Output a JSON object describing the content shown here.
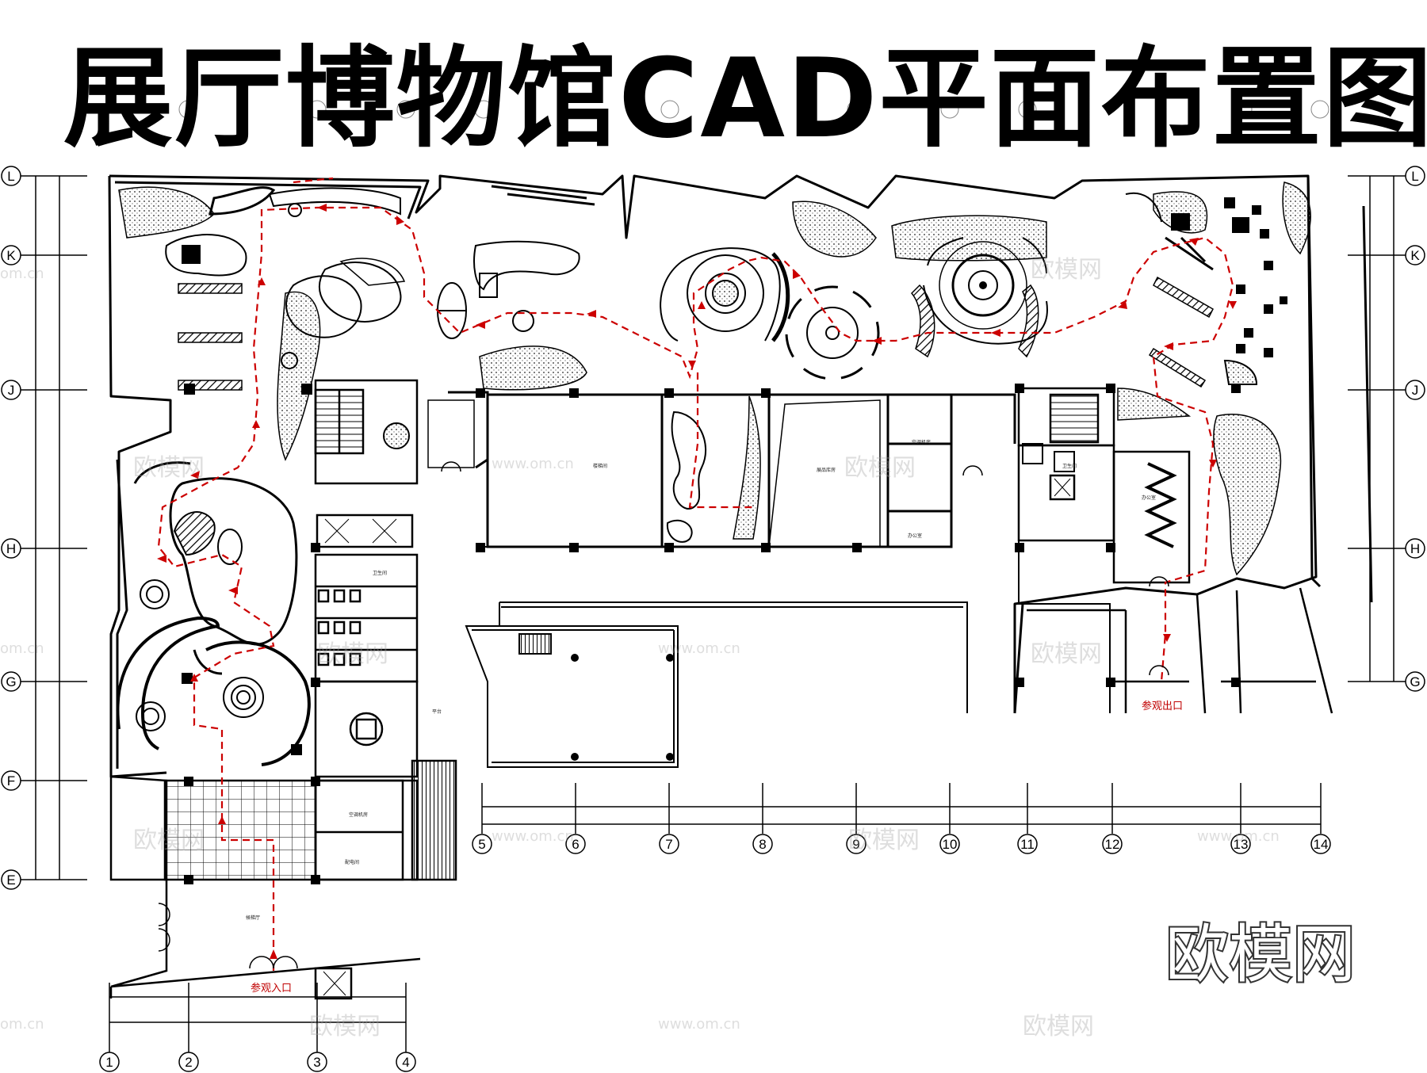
{
  "title": "展厅博物馆CAD平面布置图",
  "brand": "欧模网",
  "entrance_label": "参观入口",
  "exit_label": "参观出口",
  "watermarks": [
    "欧模网",
    "www.om.cn",
    "om.cn"
  ],
  "axis_grid": {
    "bottom_numbers_left": [
      "1",
      "2",
      "3",
      "4"
    ],
    "bottom_numbers_right": [
      "5",
      "6",
      "7",
      "8",
      "9",
      "10",
      "11",
      "12",
      "13",
      "14"
    ],
    "side_letters": [
      "L",
      "K",
      "J",
      "H",
      "G",
      "F",
      "E"
    ]
  },
  "room_labels": [
    "楼梯间",
    "空调机房",
    "配电间",
    "卫生间",
    "展品库房",
    "候梯厅",
    "办公室"
  ],
  "colors": {
    "walls": "#000000",
    "route": "#cc0000",
    "hatch": "#555555",
    "watermark": "#a0a0a0"
  }
}
